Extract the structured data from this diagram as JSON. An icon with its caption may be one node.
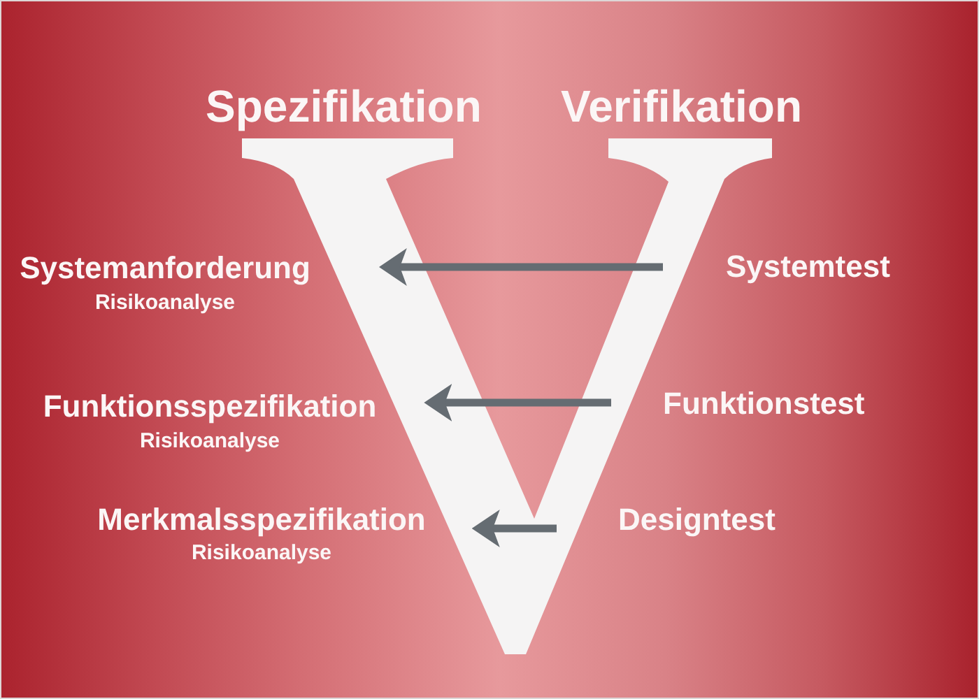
{
  "diagram": {
    "nodes": [
      {
        "text": [
          "Systemanforderung",
          "Risikoanalyse"
        ]
      },
      {
        "text": [
          "Systemtest"
        ]
      },
      {
        "text": [
          "Funktionsspezifikation",
          "Risikoanalyse"
        ]
      },
      {
        "text": [
          "Funktionstest"
        ]
      },
      {
        "text": [
          "Merkmalsspezifikation",
          "Risikoanalyse"
        ]
      },
      {
        "text": [
          "Designtest"
        ]
      }
    ],
    "edges": [
      {
        "from": 1,
        "to": 0,
        "arrow": "to"
      },
      {
        "from": 3,
        "to": 2,
        "arrow": "to"
      },
      {
        "from": 5,
        "to": 4,
        "arrow": "to"
      }
    ],
    "labels": [
      "Spezifikation",
      "Verifikation"
    ]
  }
}
